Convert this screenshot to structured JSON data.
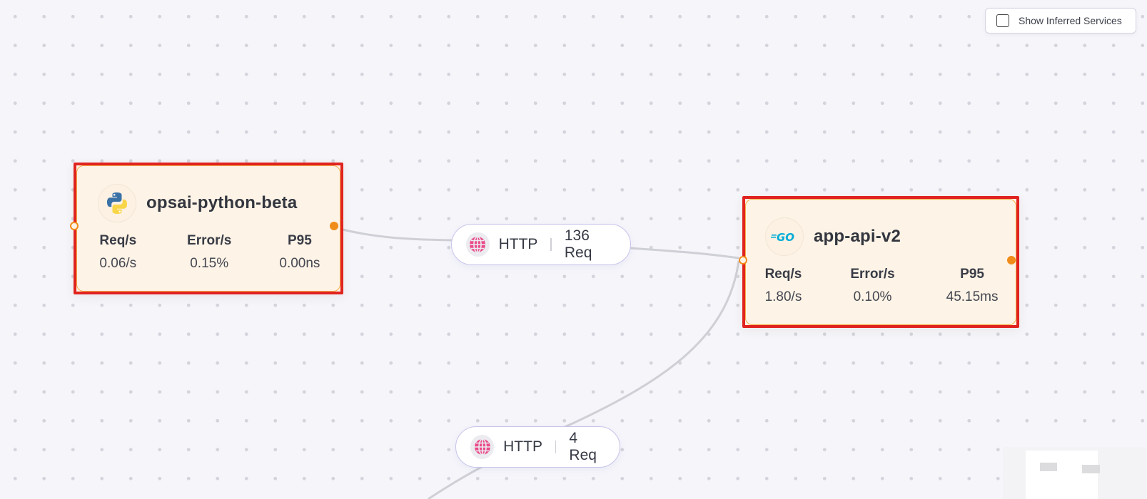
{
  "toolbar": {
    "show_inferred_label": "Show Inferred Services",
    "show_inferred_checked": false
  },
  "nodes": [
    {
      "id": "node-1",
      "name": "opsai-python-beta",
      "language_icon": "python-icon",
      "metrics": [
        {
          "label": "Req/s",
          "value": "0.06/s"
        },
        {
          "label": "Error/s",
          "value": "0.15%"
        },
        {
          "label": "P95",
          "value": "0.00ns"
        }
      ]
    },
    {
      "id": "node-2",
      "name": "app-api-v2",
      "language_icon": "go-icon",
      "language_text": "GO",
      "metrics": [
        {
          "label": "Req/s",
          "value": "1.80/s"
        },
        {
          "label": "Error/s",
          "value": "0.10%"
        },
        {
          "label": "P95",
          "value": "45.15ms"
        }
      ]
    }
  ],
  "edges": [
    {
      "protocol": "HTTP",
      "icon": "globe-icon",
      "requests": "136 Req"
    },
    {
      "protocol": "HTTP",
      "icon": "globe-icon",
      "requests": "4 Req"
    }
  ],
  "colors": {
    "highlight_border": "#e0231f",
    "node_background": "#fdf3e6",
    "handle_orange": "#f08c1a",
    "globe_pink": "#e94b8a",
    "go_blue": "#00acd7",
    "edge_label_border": "#c7c4ea"
  }
}
